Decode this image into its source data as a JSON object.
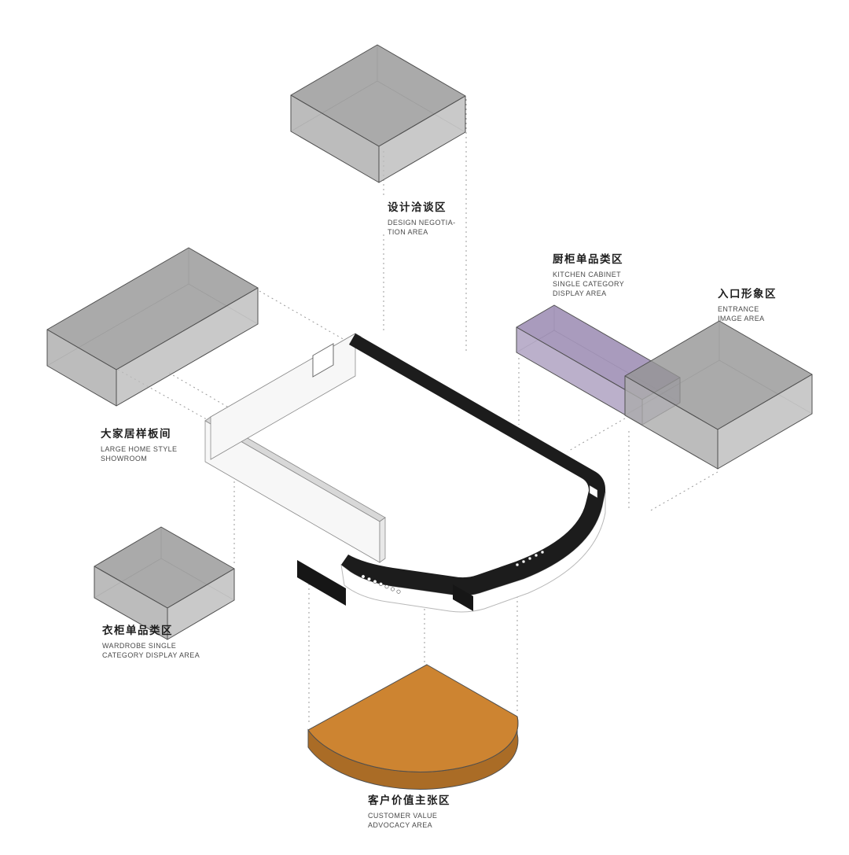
{
  "diagram": {
    "type": "exploded-axonometric-floor-plan",
    "zones": [
      {
        "id": "design-negotiation",
        "zh": "设计洽谈区",
        "en": "DESIGN NEGOTIA-\nTION AREA",
        "color": "#8f8f8f"
      },
      {
        "id": "kitchen-cabinet",
        "zh": "厨柜单品类区",
        "en": "KITCHEN CABINET\nSINGLE CATEGORY\nDISPLAY AREA",
        "color": "#8e7ba8"
      },
      {
        "id": "entrance",
        "zh": "入口形象区",
        "en": "ENTRANCE\nIMAGE AREA",
        "color": "#8f8f8f"
      },
      {
        "id": "large-home-showroom",
        "zh": "大家居样板间",
        "en": "LARGE HOME STYLE\nSHOWROOM",
        "color": "#8f8f8f"
      },
      {
        "id": "wardrobe",
        "zh": "衣柜单品类区",
        "en": "WARDROBE SINGLE\nCATEGORY DISPLAY AREA",
        "color": "#8f8f8f"
      },
      {
        "id": "customer-value",
        "zh": "客户价值主张区",
        "en": "CUSTOMER VALUE\nADVOCACY AREA",
        "color": "#c97a20"
      }
    ],
    "colors": {
      "background": "#ffffff",
      "wall_black": "#1c1c1c",
      "wall_white": "#f7f7f7",
      "wall_top": "#d8d8d8",
      "wall_edge": "#8a8a8a",
      "slab_edge": "#b8b8b8",
      "leader_line": "#9b9b9b",
      "box_edge": "#4f4f4f",
      "unit_black": "#161616"
    }
  }
}
